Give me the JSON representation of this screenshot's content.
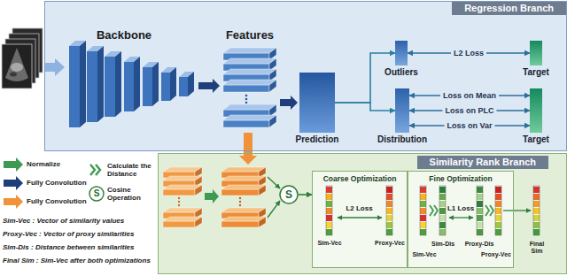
{
  "diagram": {
    "nodes": [
      {
        "text": [
          "Regression Branch"
        ]
      },
      {
        "text": [
          "Prediction"
        ],
        "in": 0
      },
      {
        "text": [
          "Outliers"
        ],
        "in": 0
      },
      {
        "text": [
          "Distribution"
        ],
        "in": 0
      },
      {
        "text": [
          "Target"
        ],
        "in": 0
      },
      {
        "text": [
          "Target"
        ],
        "in": 0
      },
      {
        "text": [
          "Similarity Rank Branch"
        ]
      },
      {
        "text": [
          "S"
        ],
        "in": 6
      },
      {
        "text": [
          "Coarse Optimization"
        ],
        "in": 6
      },
      {
        "text": [
          "Fine Optimization"
        ],
        "in": 6
      }
    ],
    "edges": [
      {
        "from": 1,
        "to": 2,
        "arrow": "to"
      },
      {
        "from": 1,
        "to": 3,
        "arrow": "to"
      },
      {
        "from": 2,
        "to": 4,
        "label": "L2 Loss",
        "arrow": "both"
      },
      {
        "from": 3,
        "to": 5,
        "label": "Loss on Mean",
        "arrow": "both"
      },
      {
        "from": 3,
        "to": 5,
        "label": "Loss on PLC",
        "arrow": "both"
      },
      {
        "from": 3,
        "to": 5,
        "label": "Loss on Var",
        "arrow": "both"
      },
      {
        "from": 7,
        "to": 8,
        "arrow": "to"
      }
    ],
    "labels": [
      "Backbone",
      "Features",
      "Sim-Vec",
      "Proxy-Vec",
      "L2 Loss",
      "Sim-Vec",
      "Sim-Dis",
      "Proxy-Dis",
      "Proxy-Vec",
      "L1 Loss",
      "Final Sim",
      "S",
      "Sim-Vec : Vector of similarity values",
      "Proxy-Vec : Vector of proxy similarities",
      "Sim-Dis : Distance between similarities",
      "Final Sim : Sim-Vec after both optimizations"
    ],
    "legend": [
      {
        "text": "Normalize"
      },
      {
        "text": "Fully Convolution"
      },
      {
        "text": "Fully Convolution"
      },
      {
        "text": "Calculate the Distance"
      },
      {
        "text": "Cosine Operation"
      }
    ]
  }
}
